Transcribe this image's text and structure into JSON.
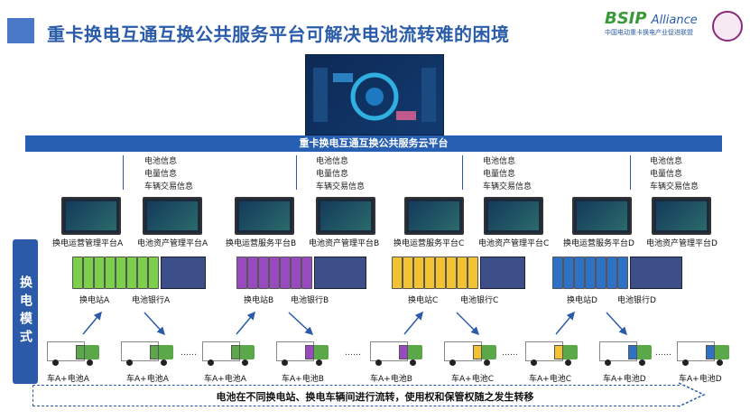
{
  "title": "重卡换电互通互换公共服务平台可解决电池流转难的困境",
  "logo": {
    "main": "BSIP",
    "alliance": "Alliance",
    "sub": "中国电动重卡换电产业促进联盟"
  },
  "cloud_platform": "重卡换电互通互换公共服务云平台",
  "info_lines": [
    "电池信息",
    "电量信息",
    "车辆交易信息"
  ],
  "mode_label": "换电模式",
  "groups": [
    {
      "op_platform": "换电运营管理平台A",
      "asset_platform": "电池资产管理平台A",
      "station": "换电站A",
      "bank": "电池银行A",
      "color": "#7ccf4a"
    },
    {
      "op_platform": "换电运营服务平台B",
      "asset_platform": "电池资产管理平台B",
      "station": "换电站B",
      "bank": "电池银行B",
      "color": "#9a4ac0"
    },
    {
      "op_platform": "换电运营服务平台C",
      "asset_platform": "电池资产管理平台C",
      "station": "换电站C",
      "bank": "电池银行C",
      "color": "#f2c233"
    },
    {
      "op_platform": "换电运营服务平台D",
      "asset_platform": "电池资产管理平台D",
      "station": "换电站D",
      "bank": "电池银行D",
      "color": "#2e72c8"
    }
  ],
  "trucks": [
    {
      "label": "车A+电池A",
      "color": "#5aa84a"
    },
    {
      "label": "车A+电池A",
      "color": "#5aa84a"
    },
    {
      "label": "车A+电池A",
      "color": "#5aa84a"
    },
    {
      "label": "车A+电池B",
      "color": "#9a4ac0"
    },
    {
      "label": "车A+电池B",
      "color": "#9a4ac0"
    },
    {
      "label": "车A+电池C",
      "color": "#f2c233"
    },
    {
      "label": "车A+电池C",
      "color": "#f2c233"
    },
    {
      "label": "车A+电池D",
      "color": "#2e72c8"
    },
    {
      "label": "车A+电池D",
      "color": "#2e72c8"
    }
  ],
  "ellipsis": "……",
  "bottom_text": "电池在不同换电站、换电车辆间进行流转，使用权和保管权随之发生转移"
}
